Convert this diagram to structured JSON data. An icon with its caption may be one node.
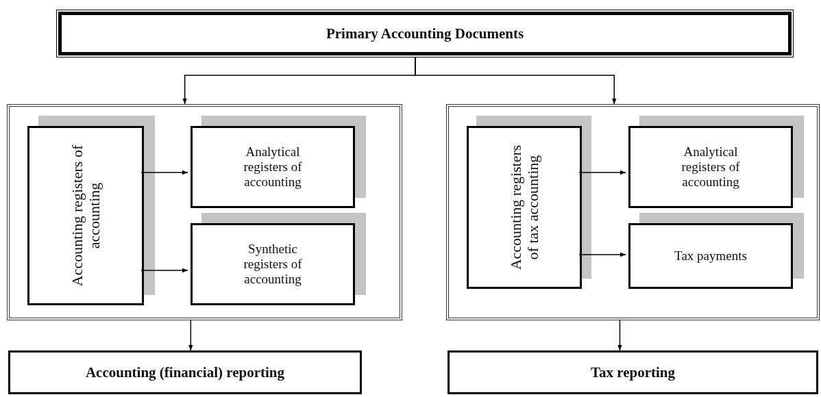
{
  "diagram": {
    "nodes": [
      {
        "text": [
          "Primary Accounting Documents"
        ]
      },
      {
        "text": [],
        "shape": "box"
      },
      {
        "text": [
          "Accounting registers of accounting"
        ],
        "in": 1
      },
      {
        "text": [
          "Analytical registers of accounting"
        ],
        "in": 1
      },
      {
        "text": [
          "Synthetic registers of accounting"
        ],
        "in": 1
      },
      {
        "text": [],
        "shape": "box"
      },
      {
        "text": [
          "Accounting registers of tax accounting"
        ],
        "in": 5
      },
      {
        "text": [
          "Analytical registers of accounting"
        ],
        "in": 5
      },
      {
        "text": [
          "Tax payments"
        ],
        "in": 5
      },
      {
        "text": [
          "Accounting (financial) reporting"
        ]
      },
      {
        "text": [
          "Tax reporting"
        ]
      }
    ],
    "edges": [
      {
        "from": 0,
        "to": 1,
        "arrow": "to"
      },
      {
        "from": 0,
        "to": 5,
        "arrow": "to"
      },
      {
        "from": 2,
        "to": 3,
        "arrow": "to"
      },
      {
        "from": 2,
        "to": 4,
        "arrow": "to"
      },
      {
        "from": 6,
        "to": 7,
        "arrow": "to"
      },
      {
        "from": 6,
        "to": 8,
        "arrow": "to"
      },
      {
        "from": 1,
        "to": 9,
        "arrow": "to"
      },
      {
        "from": 5,
        "to": 10,
        "arrow": "to"
      }
    ]
  }
}
